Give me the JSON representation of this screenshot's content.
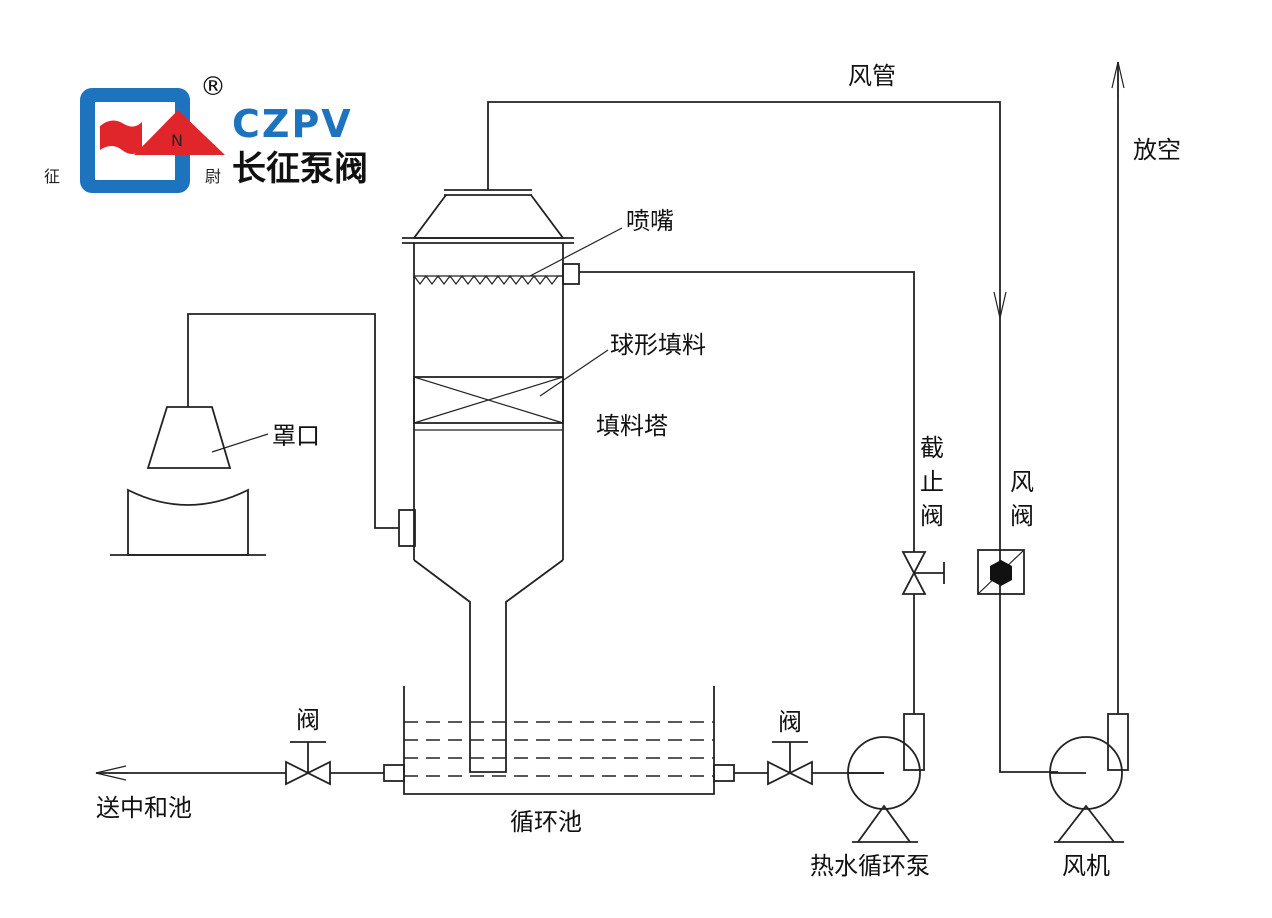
{
  "logo": {
    "brand_en": "CZPV",
    "brand_cn": "长征泵阀",
    "registered_mark": "®",
    "side_left": "征",
    "side_right": "尉",
    "mark_letter": "N",
    "colors": {
      "blue": "#1e73be",
      "red": "#e0262b"
    }
  },
  "labels": {
    "air_duct": "风管",
    "vent": "放空",
    "nozzle": "喷嘴",
    "packing": "球形填料",
    "hood": "罩口",
    "tower": "填料塔",
    "stop_valve_1": "截",
    "stop_valve_2": "止",
    "stop_valve_3": "阀",
    "air_valve_1": "风",
    "air_valve_2": "阀",
    "valve_left": "阀",
    "valve_right": "阀",
    "to_neutralization": "送中和池",
    "circulation_tank": "循环池",
    "hot_water_pump": "热水循环泵",
    "fan": "风机"
  }
}
